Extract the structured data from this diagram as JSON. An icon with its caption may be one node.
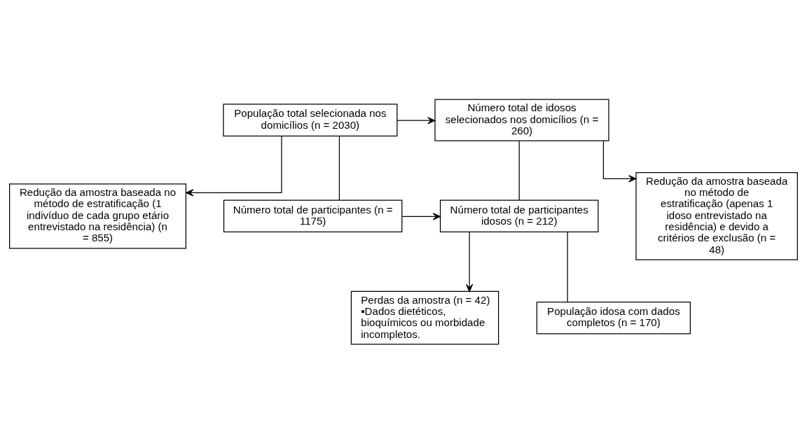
{
  "diagram": {
    "nodes": [
      {
        "text": [
          "População total selecionada nos domicílios (n = 2030)"
        ]
      },
      {
        "text": [
          "Número total de idosos selecionados nos domicílios (n = 260)"
        ]
      },
      {
        "text": [
          "Redução da amostra baseada no método de estratificação (1 indivíduo de cada grupo etário entrevistado na residência) (n = 855)"
        ]
      },
      {
        "text": [
          "Redução da amostra baseada no método de estratificação (apenas 1 idoso entrevistado na residência) e devido a critérios de exclusão (n = 48)"
        ]
      },
      {
        "text": [
          "Número total de participantes (n = 1175)"
        ]
      },
      {
        "text": [
          "Número total de participantes idosos (n = 212)"
        ]
      },
      {
        "text": [
          "Perdas da amostra (n = 42)",
          "▪Dados dietéticos, bioquímicos ou morbidade incompletos."
        ]
      },
      {
        "text": [
          "População idosa com dados completos (n = 170)"
        ]
      }
    ],
    "edges": [
      {
        "from": 0,
        "to": 1,
        "arrow": "to"
      },
      {
        "from": 0,
        "to": 4,
        "arrow": "none"
      },
      {
        "from": 0,
        "to": 2,
        "arrow": "to"
      },
      {
        "from": 1,
        "to": 5,
        "arrow": "none"
      },
      {
        "from": 1,
        "to": 3,
        "arrow": "to"
      },
      {
        "from": 4,
        "to": 5,
        "arrow": "to"
      },
      {
        "from": 5,
        "to": 7,
        "arrow": "none"
      },
      {
        "from": 5,
        "to": 6,
        "arrow": "to"
      }
    ]
  }
}
